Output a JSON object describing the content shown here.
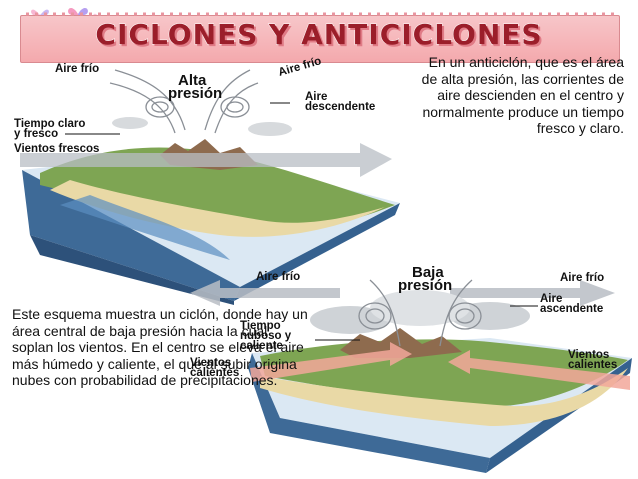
{
  "title": "CICLONES  Y ANTICICLONES",
  "anticyclone": {
    "paragraph": "En un anticiclón, que es el área de alta presión, las corrientes de aire descienden en el centro y normalmente produce un tiempo fresco y claro.",
    "labels": {
      "aire_frio_left": "Aire frío",
      "aire_frio_right": "Aire frío",
      "alta_presion_1": "Alta",
      "alta_presion_2": "presión",
      "aire_descendente_1": "Aire",
      "aire_descendente_2": "descendente",
      "tiempo_claro_1": "Tiempo claro",
      "tiempo_claro_2": "y fresco",
      "vientos_frescos": "Vientos frescos"
    }
  },
  "cyclone": {
    "paragraph": "Este esquema muestra un ciclón, donde hay un área central de baja presión hacia la cual soplan los vientos. En el centro se eleva el aire más húmedo y caliente, el que al subir origina nubes con probabilidad de precipitaciones.",
    "labels": {
      "aire_frio_left": "Aire frío",
      "aire_frio_right": "Aire frío",
      "baja_presion_1": "Baja",
      "baja_presion_2": "presión",
      "aire_ascendente_1": "Aire",
      "aire_ascendente_2": "ascendente",
      "tiempo_nuboso_1": "Tiempo",
      "tiempo_nuboso_2": "nuboso y",
      "tiempo_nuboso_3": "caliente",
      "vientos_calientes_left_1": "Vientos",
      "vientos_calientes_left_2": "calientes",
      "vientos_calientes_right_1": "Vientos",
      "vientos_calientes_right_2": "calientes"
    }
  },
  "colors": {
    "banner": "#f4a9ad",
    "title_text": "#9b1e2a",
    "ocean": "#3f6f9c",
    "land": "#6f9a48",
    "sand": "#e8d7a4",
    "arrow": "#b8bdc4",
    "warm_arrow": "#f2a79a"
  }
}
